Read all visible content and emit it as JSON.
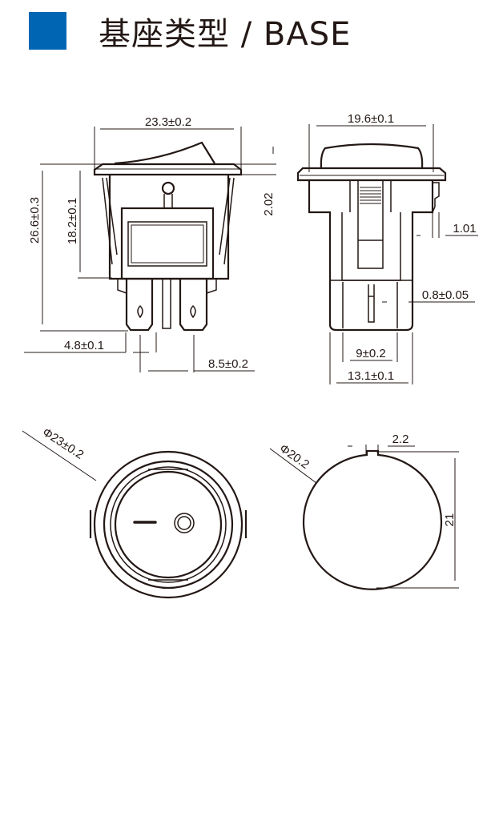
{
  "header": {
    "title": "基座类型 / BASE",
    "accent_color": "#0066b3"
  },
  "front_view": {
    "width": "23.3±0.2",
    "total_height": "26.6±0.3",
    "body_height": "18.2±0.1",
    "flange": "2.02",
    "terminal_width": "4.8±0.1",
    "terminal_pitch": "8.5±0.2"
  },
  "side_view": {
    "width": "19.6±0.1",
    "clip": "1.01",
    "pin_thickness": "0.8±0.05",
    "pin_span": "9±0.2",
    "body_width": "13.1±0.1"
  },
  "top_view": {
    "diameter": "Φ23±0.2"
  },
  "cutout": {
    "diameter": "Φ20.2",
    "notch": "2.2",
    "height": "21"
  }
}
